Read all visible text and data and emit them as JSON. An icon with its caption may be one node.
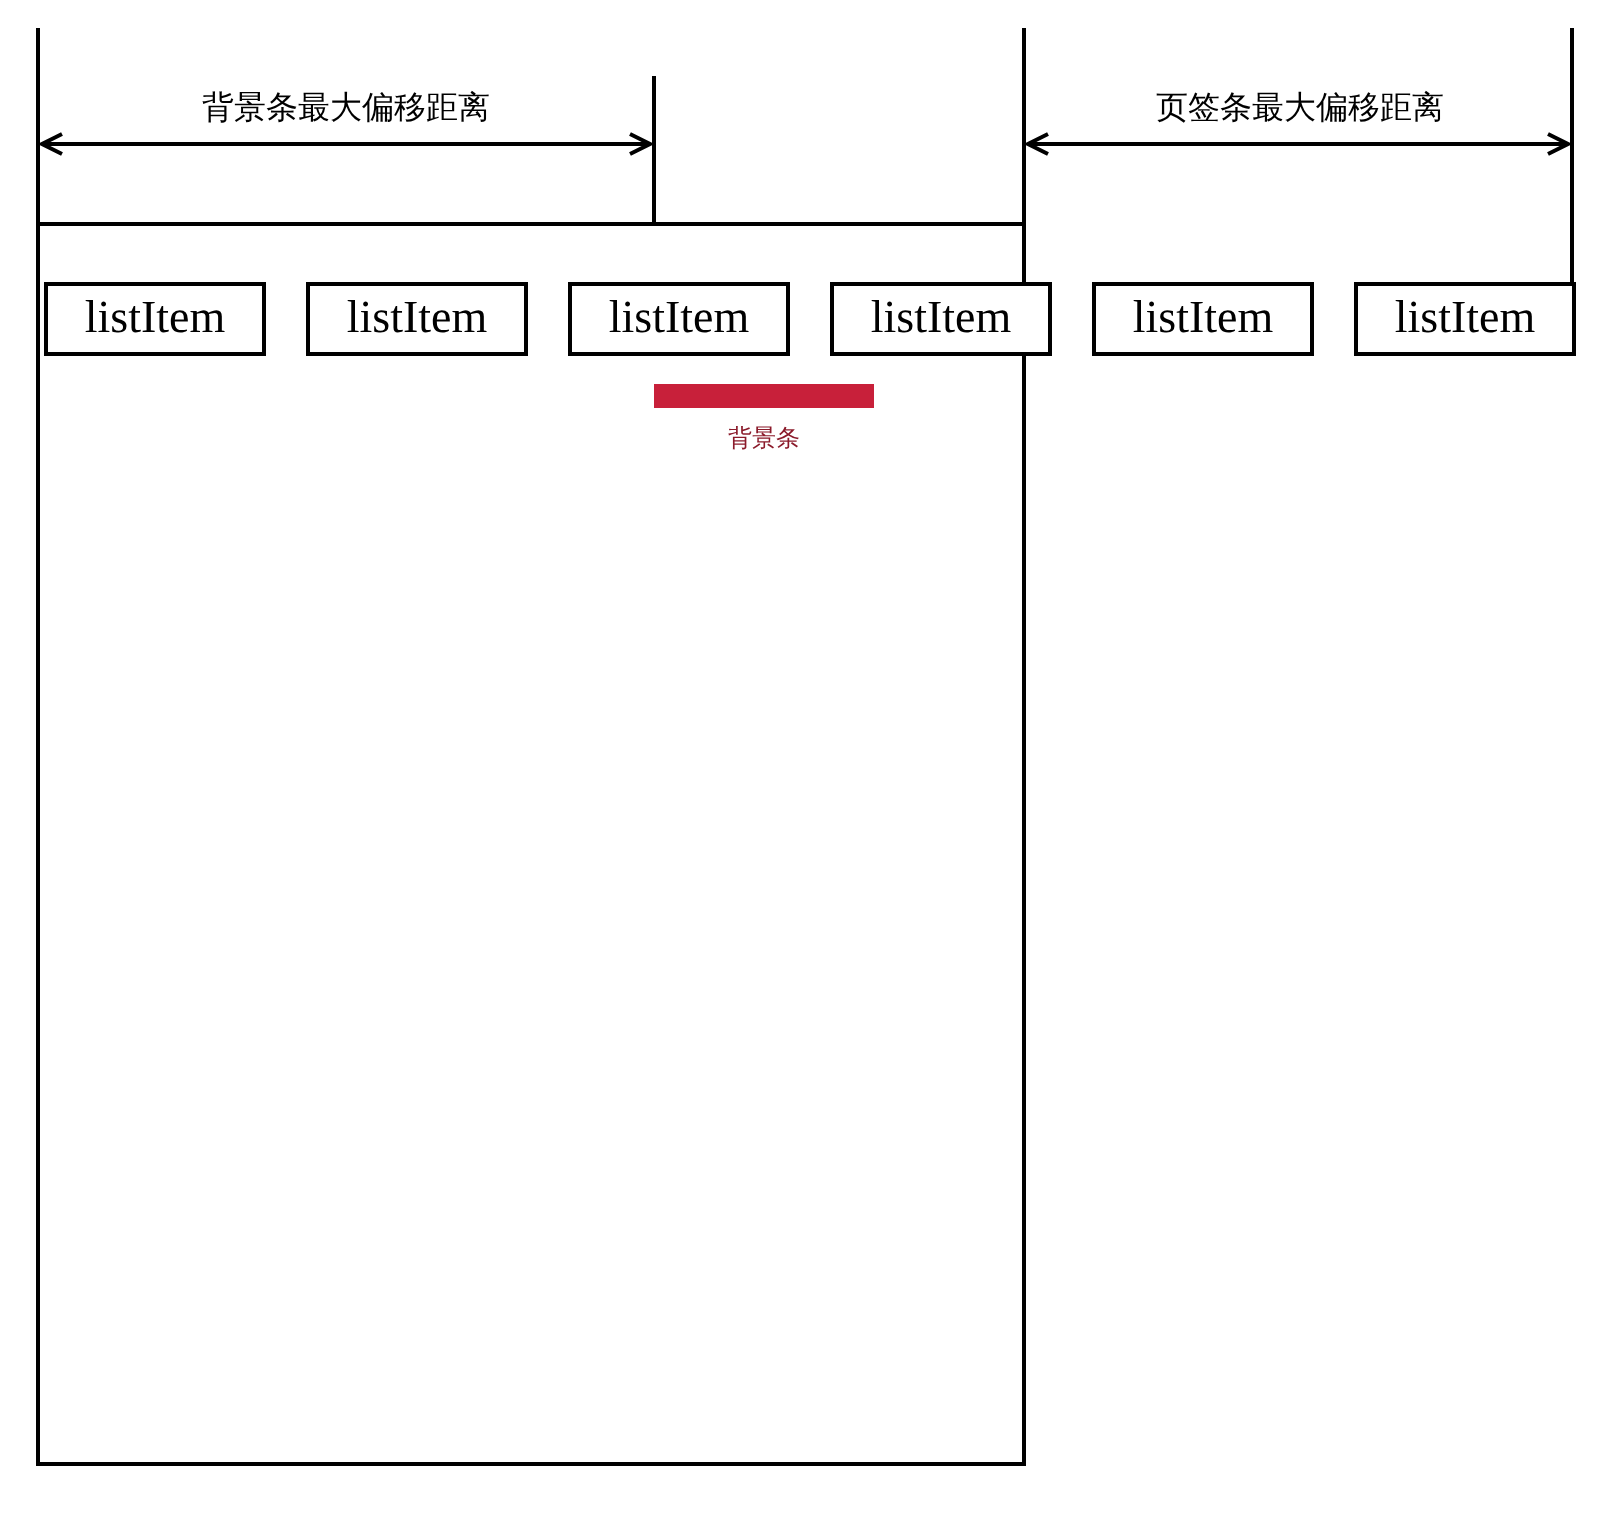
{
  "diagram": {
    "nodes": [
      {
        "text": [
          "listItem"
        ]
      },
      {
        "text": [
          "listItem"
        ]
      },
      {
        "text": [
          "listItem"
        ]
      },
      {
        "text": [
          "listItem"
        ]
      },
      {
        "text": [
          "listItem"
        ]
      },
      {
        "text": [
          "listItem"
        ]
      }
    ],
    "edges": [],
    "labels": [
      "背景条最大偏移距离",
      "页签条最大偏移距离",
      "背景条"
    ]
  }
}
